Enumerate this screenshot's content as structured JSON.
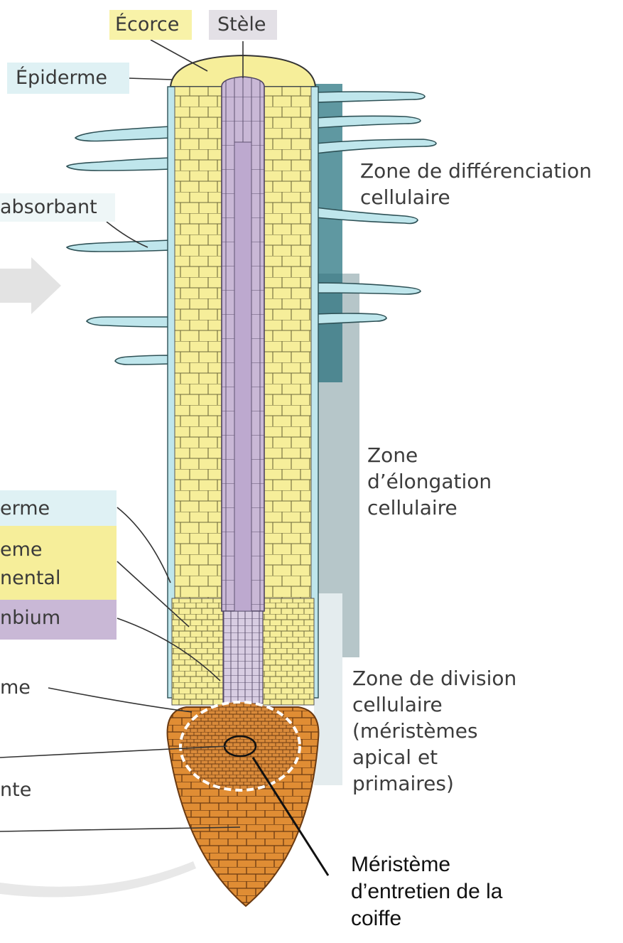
{
  "labels": {
    "ecorce": "Écorce",
    "stele": "Stèle",
    "epiderme": "Épiderme",
    "absorbant": "absorbant",
    "protoderme": "erme",
    "procambium_fund": "eme",
    "fondamental": "nental",
    "procambium": "nbium",
    "meristeme_left": "me",
    "initiale": "nte"
  },
  "zones": {
    "differenciation": "Zone de différenciation\ncellulaire",
    "elongation": "Zone\nd’élongation\ncellulaire",
    "division": "Zone de division\ncellulaire\n(méristèmes\napical et\nprimaires)"
  },
  "coiffe_label": "Méristème\nd’entretien de la\ncoiffe",
  "colors": {
    "epidermis": "#bfe6ec",
    "cortex": "#f6ee9a",
    "stele": "#c9b8d6",
    "cap": "#e08d34",
    "zone_dark": "#5f98a1",
    "zone_mid": "#aebfc2"
  },
  "icons": [
    "arrow-right-icon"
  ]
}
